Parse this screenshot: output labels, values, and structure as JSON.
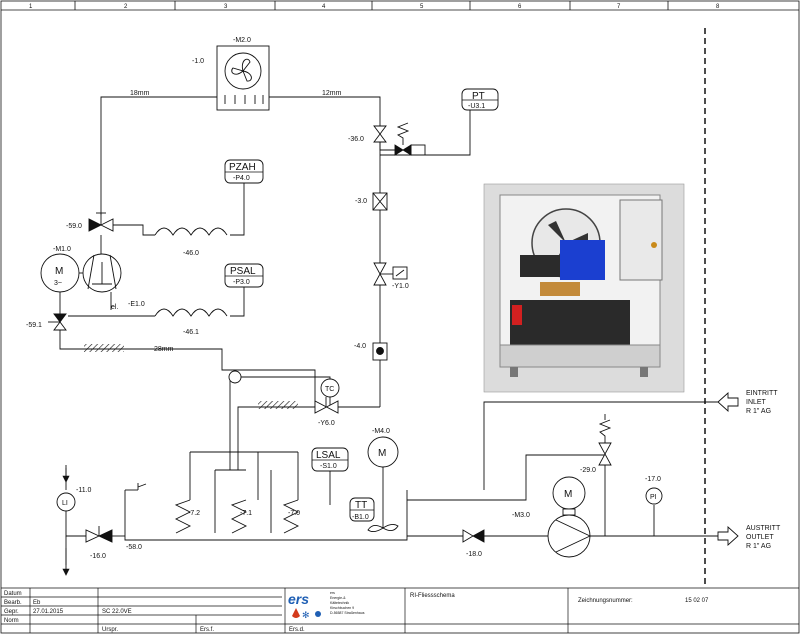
{
  "frame": {
    "columns": [
      "1",
      "2",
      "3",
      "4",
      "5",
      "6",
      "7",
      "8"
    ]
  },
  "components": {
    "fan_group": "-M2.0",
    "fan_subref": "-1.0",
    "pt_tag": "PT",
    "pt_ref": "-U3.1",
    "valve36": "-36.0",
    "filter": "-3.0",
    "solenoid": "-Y1.0",
    "sightglass": "-4.0",
    "tc_tag": "TC",
    "expansion_valve": "-Y6.0",
    "pzah_tag": "PZAH",
    "pzah_ref": "-P4.0",
    "psal_tag": "PSAL",
    "psal_ref": "-P3.0",
    "valve59_0": "-59.0",
    "valve59_1": "-59.1",
    "hose46_0": "-46.0",
    "hose46_1": "-46.1",
    "compressor": "-M1.0",
    "motor_m": "M",
    "motor_phase": "3~",
    "heater": "-E1.0",
    "heater_prefix": "el.",
    "pipe_18": "18mm",
    "pipe_12": "12mm",
    "pipe_28": "28mm",
    "lsal_tag": "LSAL",
    "lsal_ref": "-S1.0",
    "agitator": "-M4.0",
    "tt_tag": "TT",
    "tt_ref": "-B1.0",
    "evap72": "-7.2",
    "evap71": "-7.1",
    "evap70": "-7.0",
    "level_ref": "-11.0",
    "li_tag": "LI",
    "valve16": "-16.0",
    "tank": "-58.0",
    "valve18": "-18.0",
    "pump": "-M3.0",
    "bypass": "-29.0",
    "pi_ref": "-17.0",
    "pi_tag": "PI"
  },
  "connections": {
    "inlet_de": "EINTRITT",
    "inlet_en": "INLET",
    "inlet_size": "R 1\" AG",
    "outlet_de": "AUSTRITT",
    "outlet_en": "OUTLET",
    "outlet_size": "R 1\" AG"
  },
  "title_block": {
    "datum_label": "Datum",
    "bearb_label": "Bearb.",
    "bearb_value": "Eb",
    "gepr_label": "Gepr.",
    "gepr_value": "27.01.2015",
    "norm_label": "Norm",
    "ursp_label": "Urspr.",
    "ers_f_label": "Ers.f.",
    "ers_d_label": "Ers.d.",
    "model": "SC 22.0VE",
    "logo_text": "ers",
    "company_lines": [
      "ers",
      "Energie-&",
      "Kältetechnik",
      "Kirschbuchen 9",
      "D-56587 Straßenhaus"
    ],
    "drawing_title": "RI-Fliessschema",
    "drawing_no_label": "Zeichnungsnummer:",
    "drawing_no_value": "15 02 07"
  },
  "colors": {
    "line": "#111111",
    "logo_blue": "#1f5fb4",
    "logo_red": "#d33a1c",
    "photo_blue": "#1b3fd0"
  }
}
